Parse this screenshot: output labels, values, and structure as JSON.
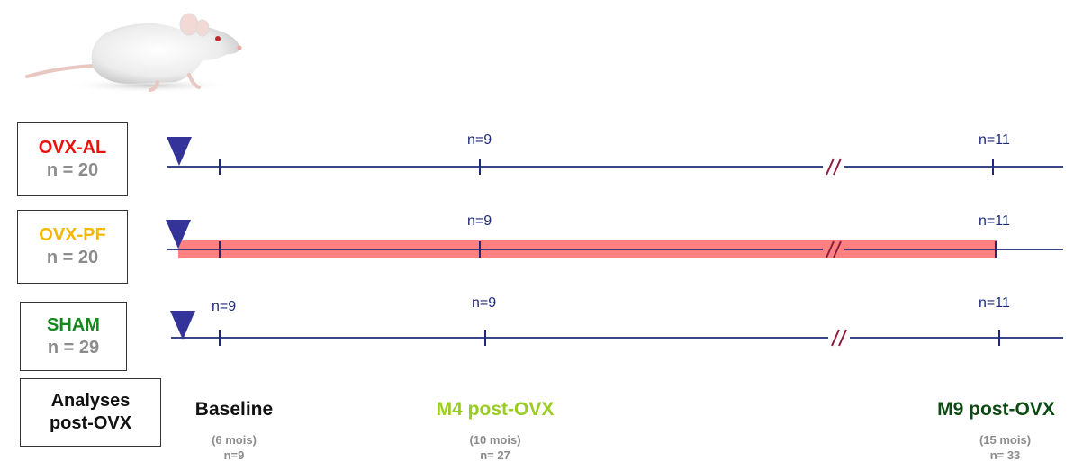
{
  "groups": [
    {
      "name": "OVX-AL",
      "n": "n = 20",
      "name_color": "#e8120c",
      "counts": [
        "n=9",
        "n=11"
      ]
    },
    {
      "name": "OVX-PF",
      "n": "n = 20",
      "name_color": "#f5b800",
      "counts": [
        "n=9",
        "n=11"
      ]
    },
    {
      "name": "SHAM",
      "n": "n = 29",
      "name_color": "#12881e",
      "counts": [
        "n=9",
        "n=9",
        "n=11"
      ]
    }
  ],
  "analyses": {
    "label_line1": "Analyses",
    "label_line2": "post-OVX"
  },
  "timepoints": [
    {
      "title": "Baseline",
      "age": "(6 mois)",
      "n": "n=9",
      "color": "#111111"
    },
    {
      "title": "M4 post-OVX",
      "age": "(10 mois)",
      "n": "n= 27",
      "color": "#99cc22"
    },
    {
      "title": "M9 post-OVX",
      "age": "(15 mois)",
      "n": "n= 33",
      "color": "#0e4a14"
    }
  ],
  "colors": {
    "timeline": "#1e2a78",
    "marker": "#333399",
    "pf_band": "#ff8080",
    "break_mark": "#8a1e3c"
  },
  "icons": {
    "animal": "white-rat-photo",
    "start_marker": "triangle-down-icon",
    "axis_break": "axis-break-icon"
  }
}
